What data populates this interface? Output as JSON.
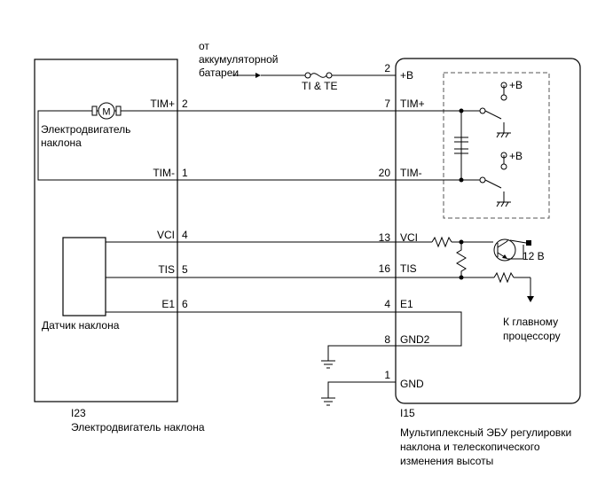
{
  "source_text": [
    "от",
    "аккумуляторной",
    "батареи"
  ],
  "fuse_label": "TI & TE",
  "left_component": {
    "id": "I23",
    "name": "Электродвигатель наклона",
    "motor_symbol": "M",
    "motor_label": [
      "Электродвигатель",
      "наклона"
    ],
    "sensor_label": "Датчик наклона",
    "pins": [
      {
        "name": "TIM+",
        "num": "2"
      },
      {
        "name": "TIM-",
        "num": "1"
      },
      {
        "name": "VCI",
        "num": "4"
      },
      {
        "name": "TIS",
        "num": "5"
      },
      {
        "name": "E1",
        "num": "6"
      }
    ]
  },
  "right_component": {
    "id": "I15",
    "name": [
      "Мультиплексный ЭБУ регулировки",
      "наклона и телескопического",
      "изменения высоты"
    ],
    "pins": [
      {
        "num": "2",
        "name": "+B"
      },
      {
        "num": "7",
        "name": "TIM+"
      },
      {
        "num": "20",
        "name": "TIM-"
      },
      {
        "num": "13",
        "name": "VCI"
      },
      {
        "num": "16",
        "name": "TIS"
      },
      {
        "num": "4",
        "name": "E1"
      },
      {
        "num": "8",
        "name": "GND2"
      },
      {
        "num": "1",
        "name": "GND"
      }
    ],
    "relay_supply": "+B",
    "voltage_label": "12 В",
    "main_cpu_label": [
      "К главному",
      "процессору"
    ]
  }
}
